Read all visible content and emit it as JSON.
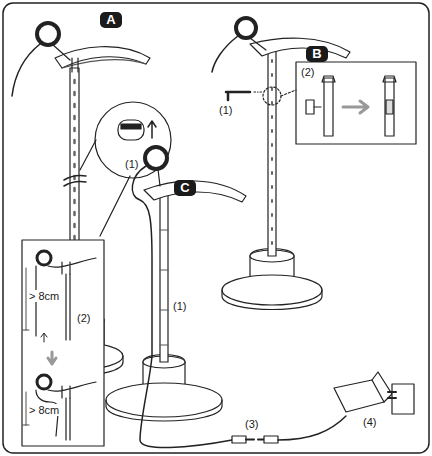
{
  "diagram": {
    "nodes": [
      {
        "text": [
          "A"
        ]
      },
      {
        "text": [
          "B"
        ]
      },
      {
        "text": [
          "C"
        ]
      }
    ],
    "labels": [
      "(1)",
      "(1)",
      "(2)",
      "(1)",
      "(2)",
      "> 8cm",
      "> 8cm",
      "(3)",
      "(4)"
    ]
  }
}
